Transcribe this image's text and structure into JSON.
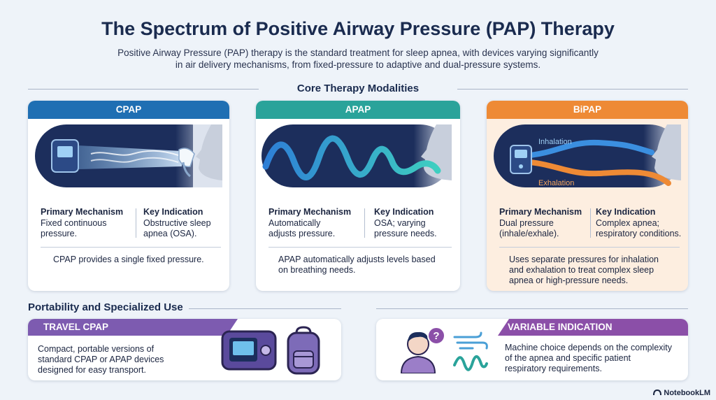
{
  "title": "The Spectrum of Positive Airway Pressure (PAP) Therapy",
  "subtitle_line1": "Positive Airway Pressure (PAP) therapy is the standard treatment for sleep apnea, with devices varying significantly",
  "subtitle_line2": "in air delivery mechanisms, from fixed-pressure to adaptive and dual-pressure systems.",
  "core_heading": "Core Therapy Modalities",
  "cards": [
    {
      "name": "CPAP",
      "color": "#1f6fb3",
      "mechanism_label": "Primary Mechanism",
      "mechanism_lines": [
        "Fixed continuous",
        "pressure."
      ],
      "indication_label": "Key Indication",
      "indication_lines": [
        "Obstructive sleep",
        "apnea (OSA)."
      ],
      "description_lines": [
        "CPAP provides a single fixed pressure."
      ]
    },
    {
      "name": "APAP",
      "color": "#2aa39a",
      "mechanism_label": "Primary Mechanism",
      "mechanism_lines": [
        "Automatically",
        "adjusts pressure."
      ],
      "indication_label": "Key Indication",
      "indication_lines": [
        "OSA; varying",
        "pressure needs."
      ],
      "description_lines": [
        "APAP automatically adjusts levels based",
        "on breathing needs."
      ]
    },
    {
      "name": "BiPAP",
      "color": "#ee8a35",
      "mechanism_label": "Primary Mechanism",
      "mechanism_lines": [
        "Dual pressure",
        "(inhale/exhale)."
      ],
      "indication_label": "Key Indication",
      "indication_lines": [
        "Complex apnea;",
        "respiratory conditions."
      ],
      "description_lines": [
        "Uses separate pressures for inhalation",
        "and exhalation to treat complex sleep",
        "apnea or high-pressure needs."
      ],
      "inhalation_label": "Inhalation",
      "exhalation_label": "Exhalation"
    }
  ],
  "portability_heading": "Portability and Specialized Use",
  "travel": {
    "title": "TRAVEL CPAP",
    "color": "#7d5bb0",
    "lines": [
      "Compact, portable versions of",
      "standard CPAP or APAP devices",
      "designed for easy transport."
    ]
  },
  "variable": {
    "title": "VARIABLE INDICATION",
    "color": "#8b4fa8",
    "lines": [
      "Machine choice depends on the complexity",
      "of the apnea and specific patient",
      "respiratory requirements."
    ],
    "question_glyph": "?"
  },
  "brand": "NotebookLM",
  "icons": [
    "cpap-machine-icon",
    "mask-face-icon",
    "wave-icon",
    "bipap-machine-icon",
    "portable-cpap-icon",
    "backpack-icon",
    "person-icon",
    "question-icon",
    "wind-icon"
  ]
}
